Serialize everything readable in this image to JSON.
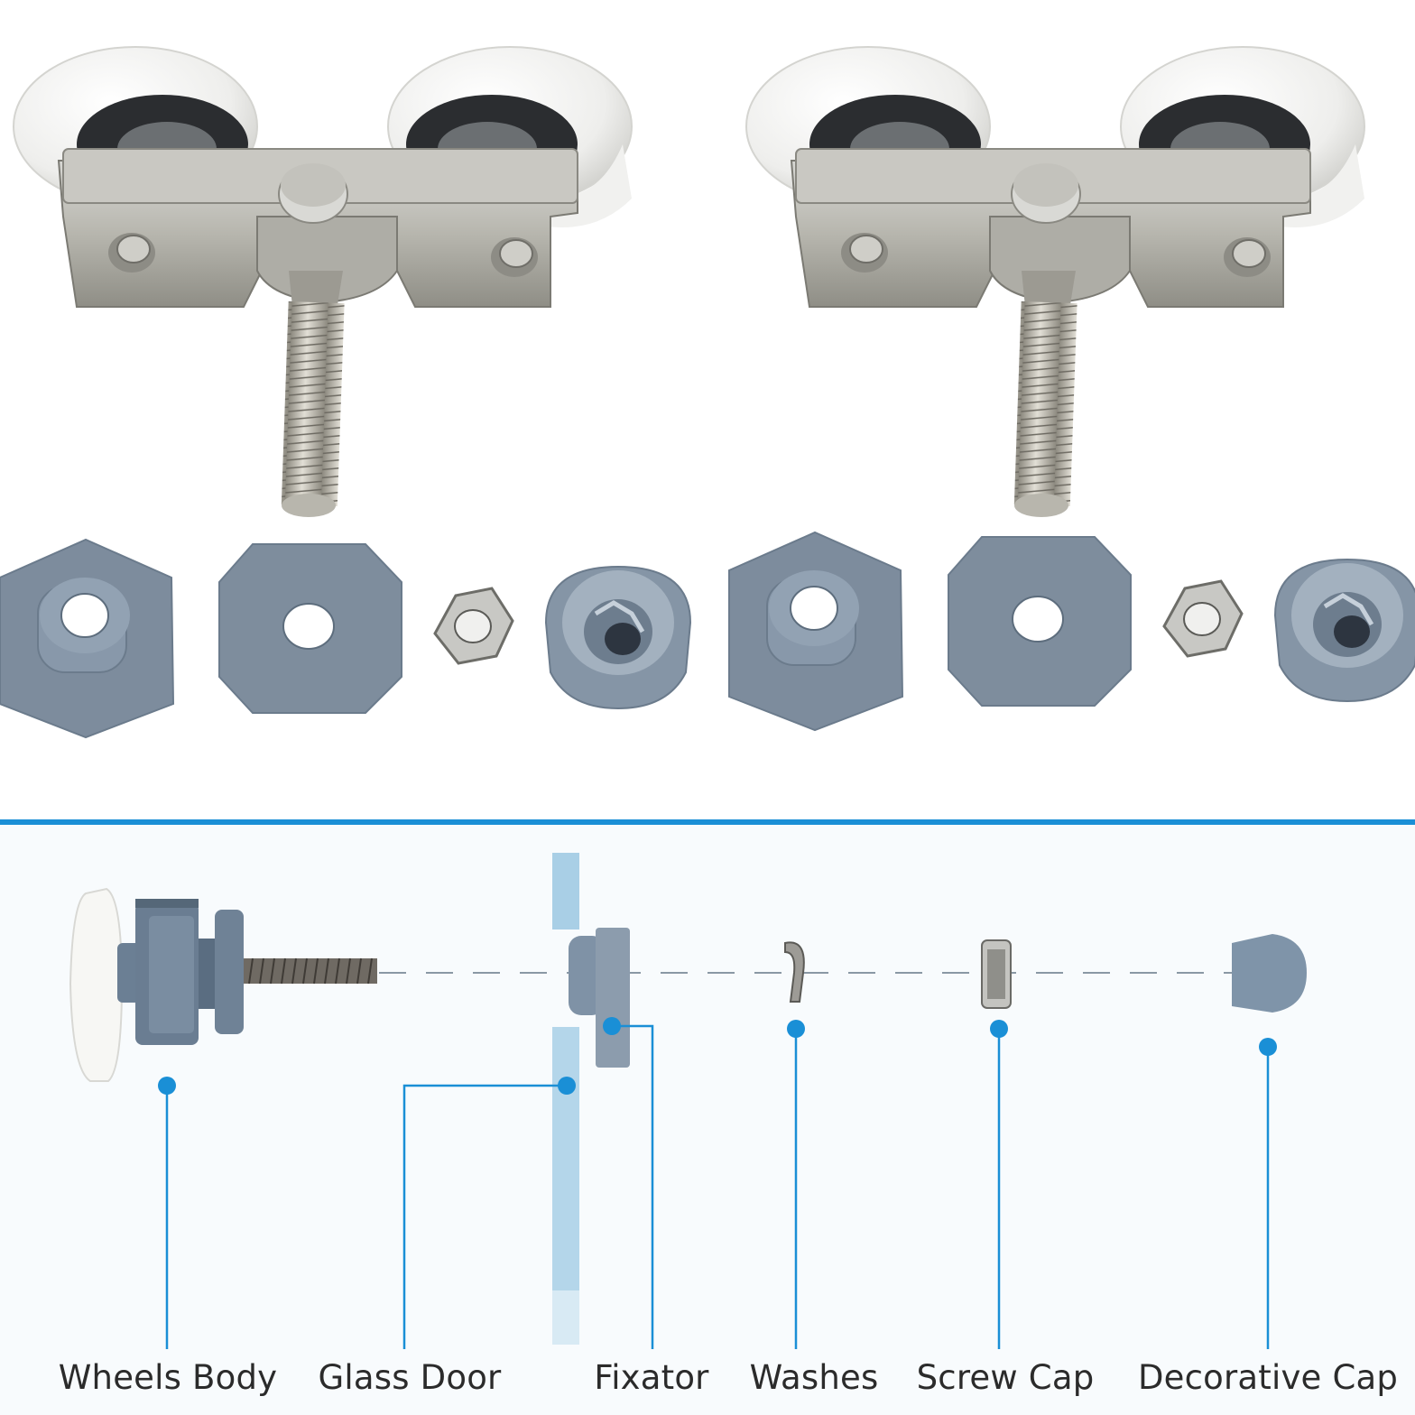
{
  "labels": {
    "wheels_body": "Wheels Body",
    "glass_door": "Glass Door",
    "fixator": "Fixator",
    "washes": "Washes",
    "screw_cap": "Screw Cap",
    "decorative_cap": "Decorative Cap"
  },
  "colors": {
    "accent_line": "#1a8fd6",
    "plastic_grey": "#6b7e92",
    "metal": "#b9b9b4",
    "wheel_white": "#f4f4f2"
  },
  "icons": [
    "roller-wheel-assembly",
    "hex-fixator",
    "round-washer",
    "hex-nut",
    "decorative-cap"
  ]
}
